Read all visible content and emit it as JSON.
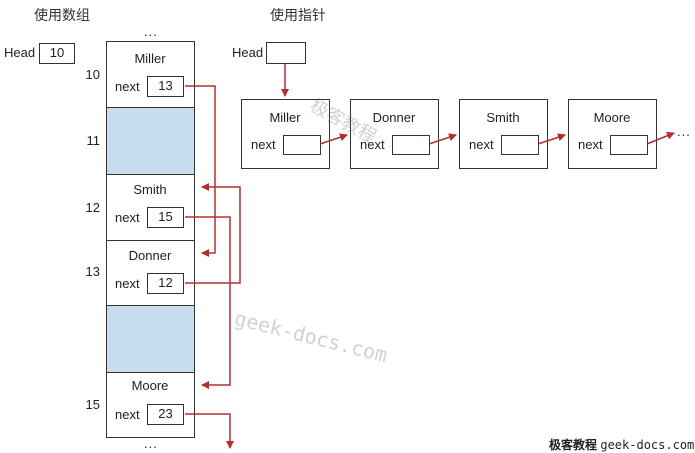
{
  "array_section": {
    "title": "使用数组",
    "head_label": "Head",
    "head_value": "10",
    "top_dots": "...",
    "bottom_dots": "...",
    "next_label": "next",
    "rows": [
      {
        "index": "10",
        "name": "Miller",
        "next": "13"
      },
      {
        "index": "11",
        "name": "",
        "next": ""
      },
      {
        "index": "12",
        "name": "Smith",
        "next": "15"
      },
      {
        "index": "13",
        "name": "Donner",
        "next": "12"
      },
      {
        "index": "",
        "name": "",
        "next": ""
      },
      {
        "index": "15",
        "name": "Moore",
        "next": "23"
      }
    ]
  },
  "pointer_section": {
    "title": "使用指针",
    "head_label": "Head",
    "next_label": "next",
    "nodes": [
      "Miller",
      "Donner",
      "Smith",
      "Moore"
    ],
    "tail_dots": "..."
  },
  "watermarks": {
    "center": "geek-docs.com",
    "corner_cn": "极客教程",
    "corner_url": "geek-docs.com",
    "overlay": "极客教程"
  },
  "colors": {
    "arrow": "#b03030",
    "shaded_cell": "#c7dcef",
    "border": "#333333"
  }
}
